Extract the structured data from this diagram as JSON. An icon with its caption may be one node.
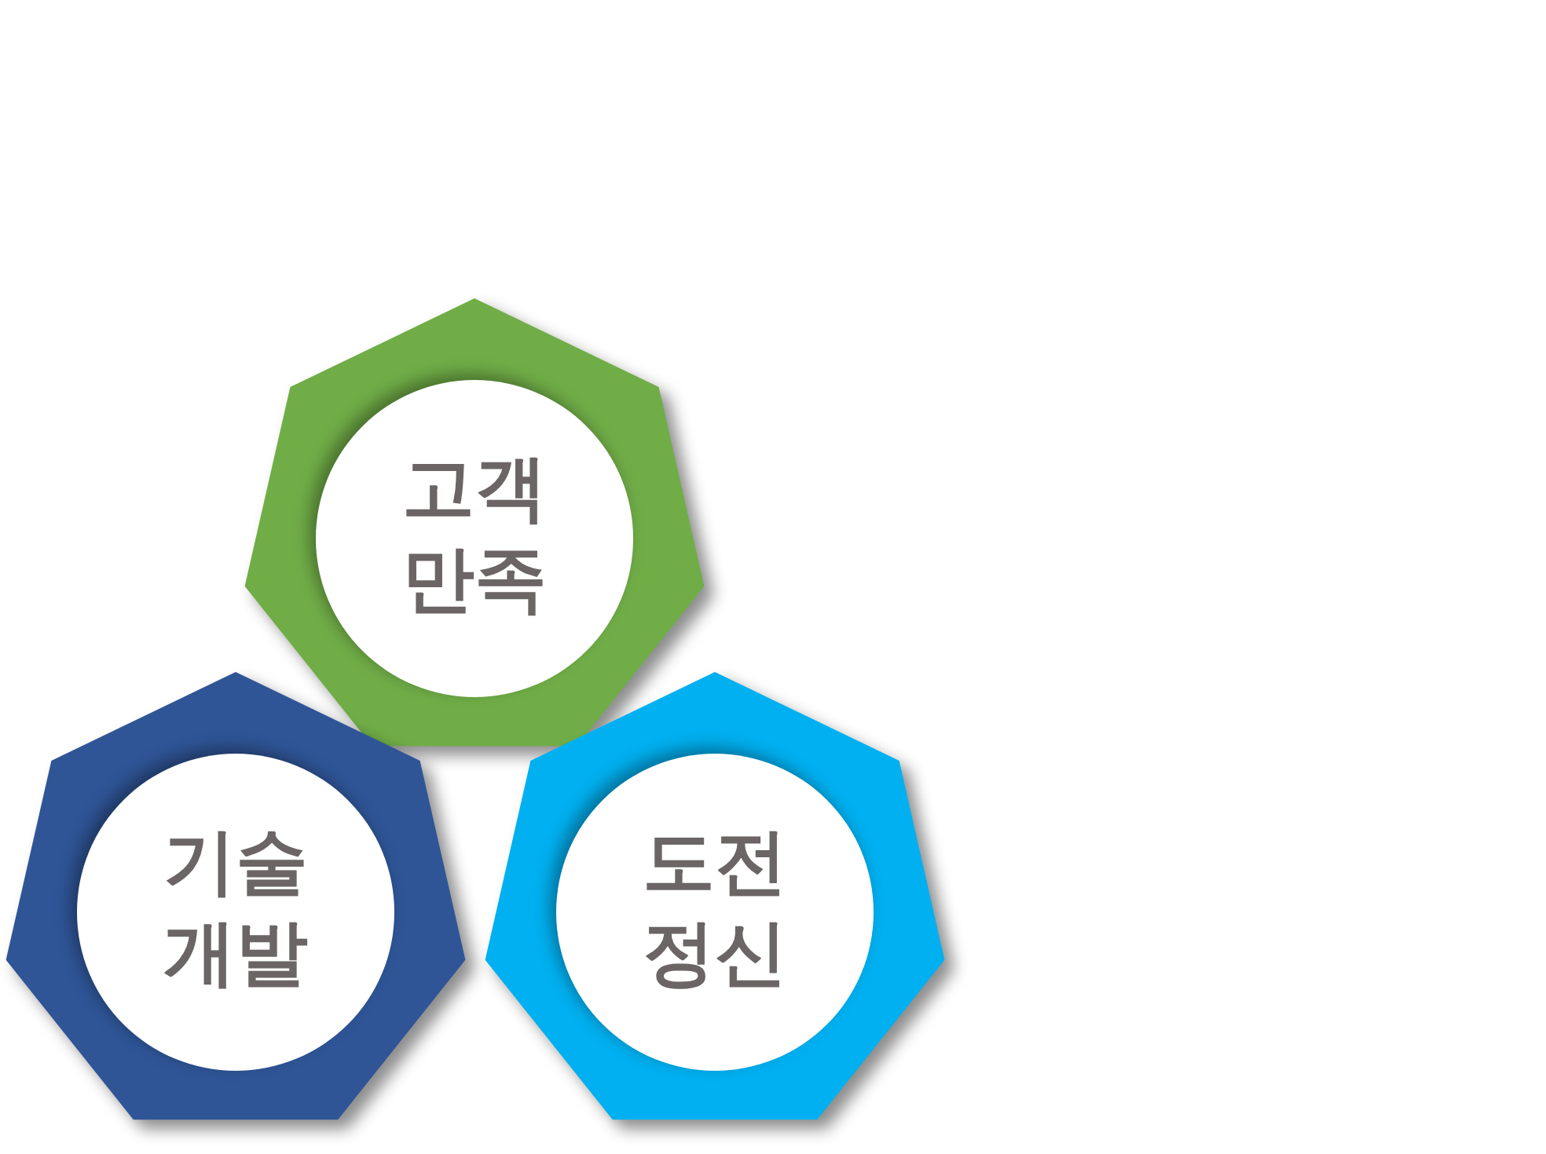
{
  "diagram": {
    "nodes": [
      {
        "text": [
          "고객 만족"
        ]
      },
      {
        "text": [
          "기술 개발"
        ]
      },
      {
        "text": [
          "도전 정신"
        ]
      }
    ]
  }
}
